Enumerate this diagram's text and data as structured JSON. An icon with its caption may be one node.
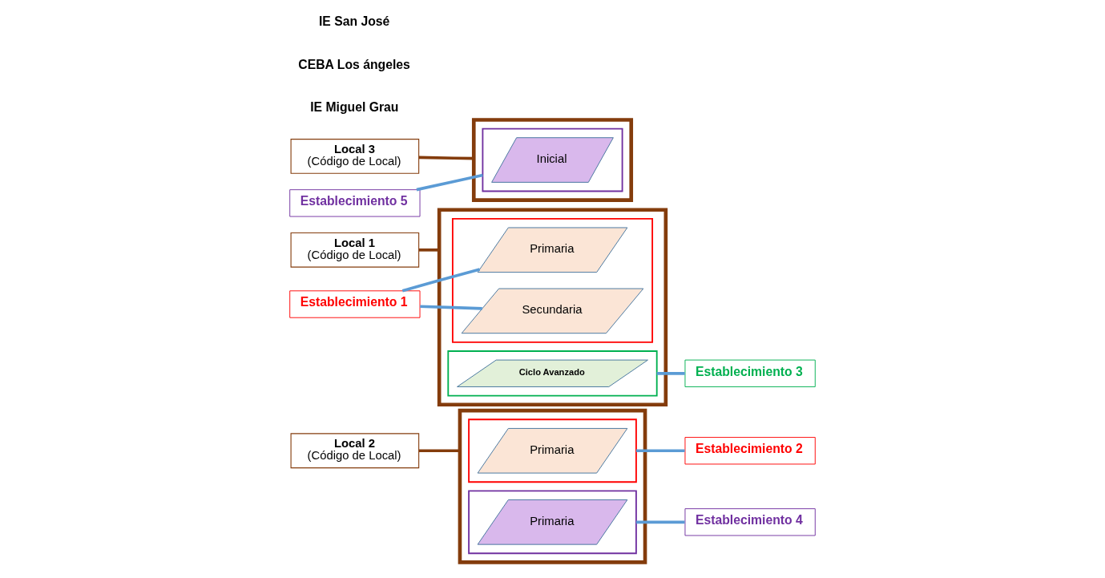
{
  "diagram": {
    "nodes": [
      {
        "text": [
          "Local 2",
          "(Código de Local)"
        ]
      },
      {
        "text": [],
        "shape": "box"
      },
      {
        "text": [],
        "shape": "box",
        "in": 1
      },
      {
        "text": [
          "Primaria"
        ],
        "in": 2
      },
      {
        "text": [],
        "shape": "box",
        "in": 1
      },
      {
        "text": [
          "Primaria"
        ],
        "in": 4
      },
      {
        "text": [
          "Local 1",
          "(Código de Local)"
        ]
      },
      {
        "text": [],
        "shape": "box"
      },
      {
        "text": [],
        "shape": "box",
        "in": 7
      },
      {
        "text": [
          "Primaria"
        ],
        "in": 8
      },
      {
        "text": [
          "Secundaria"
        ],
        "in": 8
      },
      {
        "text": [],
        "shape": "box",
        "in": 7
      },
      {
        "text": [
          "Ciclo Avanzado"
        ],
        "in": 11
      },
      {
        "text": [
          "Local 3",
          "(Código de Local)"
        ]
      },
      {
        "text": [],
        "shape": "box"
      },
      {
        "text": [],
        "shape": "box",
        "in": 14
      },
      {
        "text": [
          "Inicial"
        ],
        "in": 15
      },
      {
        "text": [
          "Establecimiento 1"
        ]
      },
      {
        "text": [
          "Establecimiento 2"
        ]
      },
      {
        "text": [
          "Establecimiento 3"
        ]
      },
      {
        "text": [
          "Establecimiento 4"
        ]
      },
      {
        "text": [
          "Establecimiento 5"
        ]
      }
    ],
    "edges": [
      {
        "from": 0,
        "to": 1,
        "arrow": "none",
        "color": "#843c0c"
      },
      {
        "from": 6,
        "to": 7,
        "arrow": "none",
        "color": "#843c0c"
      },
      {
        "from": 13,
        "to": 14,
        "arrow": "none",
        "color": "#843c0c"
      },
      {
        "from": 2,
        "to": 18,
        "arrow": "none"
      },
      {
        "from": 17,
        "to": 9,
        "arrow": "none"
      },
      {
        "from": 17,
        "to": 10,
        "arrow": "none"
      },
      {
        "from": 11,
        "to": 19,
        "arrow": "none"
      },
      {
        "from": 4,
        "to": 20,
        "arrow": "none"
      },
      {
        "from": 21,
        "to": 15,
        "arrow": "none"
      }
    ],
    "labels": [
      "IE Miguel Grau",
      "CEBA Los ángeles",
      "IE San José"
    ]
  }
}
